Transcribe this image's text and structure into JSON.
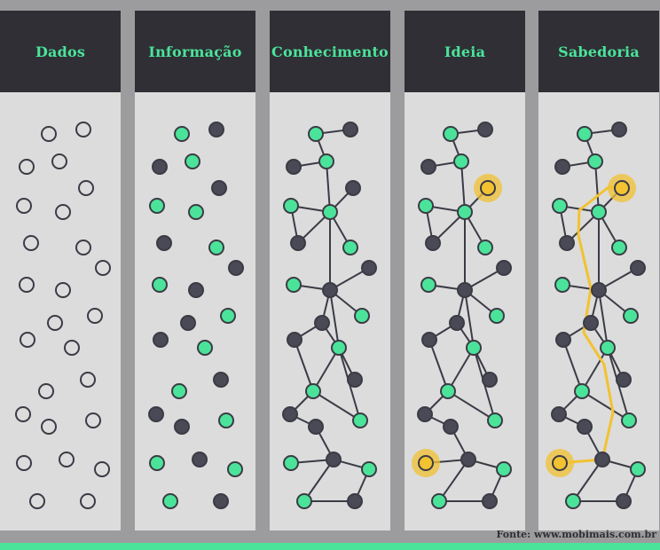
{
  "panels": [
    {
      "title": "Dados"
    },
    {
      "title": "Informação"
    },
    {
      "title": "Conhecimento"
    },
    {
      "title": "Ideia"
    },
    {
      "title": "Sabedoria"
    }
  ],
  "source": "Fonte: www.mobimais.com.br",
  "colors": {
    "header_bg": "#2f2f35",
    "title_green": "#4be39a",
    "node_green": "#4be39a",
    "node_dark": "#4a4a56",
    "edge": "#3b3b45",
    "highlight": "#f2c230",
    "panel_bg": "#dcdcdd",
    "page_bg": "#9c9c9e"
  }
}
